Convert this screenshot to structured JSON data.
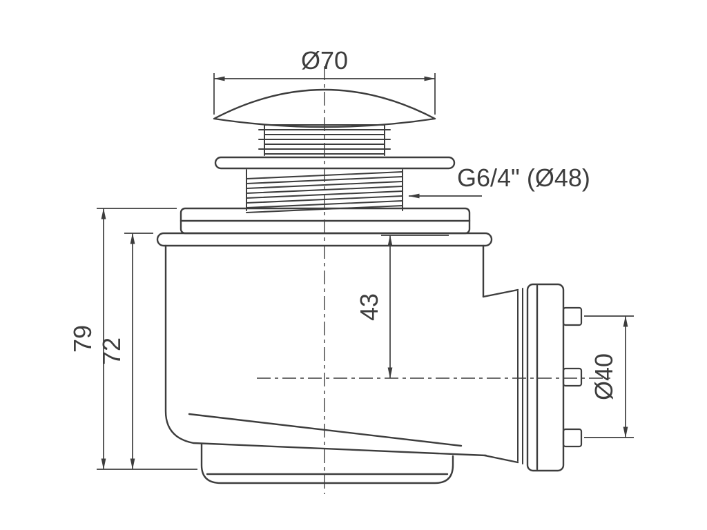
{
  "drawing": {
    "type": "technical-drawing",
    "subject": "shower-drain-trap-side-view",
    "colors": {
      "line": "#3d3d3d",
      "background": "#ffffff"
    },
    "dimensions": {
      "cap_diameter": "Ø70",
      "thread": "G6/4\" (Ø48)",
      "total_height": "79",
      "body_height": "72",
      "inlet_depth": "43",
      "outlet_diameter": "Ø40"
    }
  }
}
